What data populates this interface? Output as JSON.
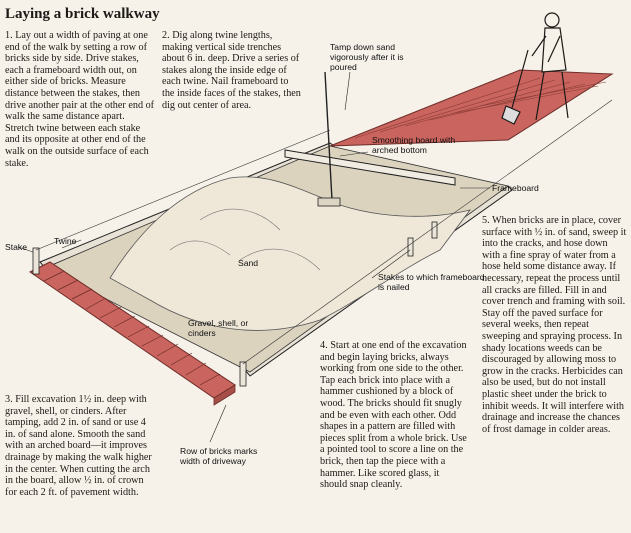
{
  "title": "Laying a brick walkway",
  "steps": {
    "s1": "1. Lay out a width of paving at one end of the walk by setting a row of bricks side by side. Drive stakes, each a frameboard width out, on either side of bricks. Measure distance between the stakes, then drive another pair at the other end of walk the same distance apart. Stretch twine between each stake and its opposite at other end of the walk on the outside surface of each stake.",
    "s2": "2. Dig along twine lengths, making vertical side trenches about 6 in. deep. Drive a series of stakes along the inside edge of each twine. Nail frameboard to the inside faces of the stakes, then dig out center of area.",
    "s3": "3. Fill excavation 1½ in. deep with gravel, shell, or cinders. After tamping, add 2 in. of sand or use 4 in. of sand alone. Smooth the sand with an arched board—it improves drainage by making the walk higher in the center. When cutting the arch in the board, allow ½ in. of crown for each 2 ft. of pavement width.",
    "s4": "4. Start at one end of the excavation and begin laying bricks, always working from one side to the other. Tap each brick into place with a hammer cushioned by a block of wood. The bricks should fit snugly and be even with each other. Odd shapes in a pattern are filled with pieces split from a whole brick. Use a pointed tool to score a line on the brick, then tap the piece with a hammer. Like scored glass, it should snap cleanly.",
    "s5": "5. When bricks are in place, cover surface with ½ in. of sand, sweep it into the cracks, and hose down with a fine spray of water from a hose held some distance away. If necessary, repeat the process until all cracks are filled. Fill in and cover trench and framing with soil. Stay off the paved surface for several weeks, then repeat sweeping and spraying process. In shady locations weeds can be discouraged by allowing moss to grow in the cracks. Herbicides can also be used, but do not install plastic sheet under the brick to inhibit weeds. It will interfere with drainage and increase the chances of frost damage in colder areas."
  },
  "labels": {
    "tamp": "Tamp down sand vigorously after it is poured",
    "smoothing": "Smoothing board with arched bottom",
    "frameboard": "Frameboard",
    "stake": "Stake",
    "twine": "Twine",
    "sand": "Sand",
    "stakes_nailed": "Stakes to which frameboard is nailed",
    "gravel": "Gravel, shell, or cinders",
    "row_bricks": "Row of bricks marks width of driveway"
  },
  "colors": {
    "brick": "#c9645e",
    "brick_line": "#8a3b36",
    "sand": "#e9e1cf",
    "gravel": "#d6cdb8",
    "ink": "#1d1a17"
  }
}
